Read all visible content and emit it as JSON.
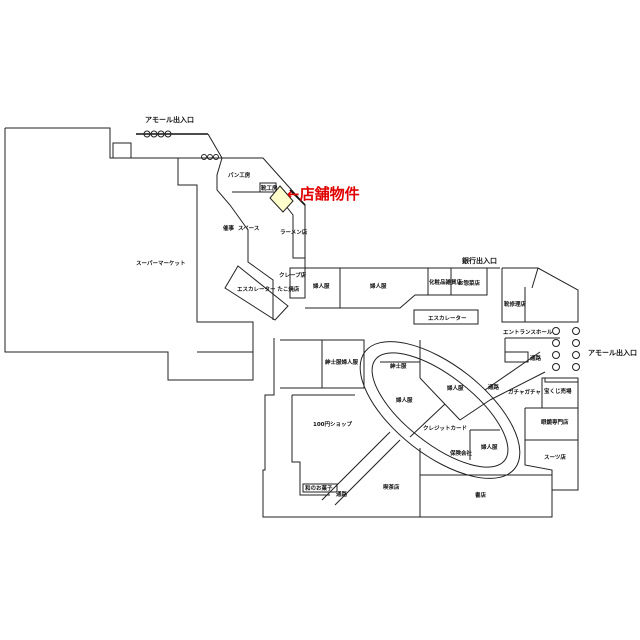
{
  "map": {
    "highlight_color": "#ffffcc",
    "accent_color": "#e00000",
    "callout": "店舗物件",
    "entrances": {
      "amor_top": "アモール出入口",
      "bank": "銀行出入口",
      "amor_right": "アモール出入口",
      "entrance_hall": "エントランスホール"
    },
    "stores": {
      "supermarket": "スーパーマーケット",
      "bakery": "パン工房",
      "small_shop": "靴工房",
      "event_space_a": "催事",
      "event_space_b": "スペース",
      "ramen": "ラーメン店",
      "crepe": "クレープ店",
      "escalator_takoyaki": "エスカレーター たこ焼店",
      "womens_1": "婦人服",
      "womens_2": "婦人服",
      "cosmetics": "化粧品雑貨店",
      "deli": "お惣菜店",
      "shoe_repair": "靴修理店",
      "escalator": "エスカレーター",
      "mens_womens": "紳士服婦人服",
      "mens": "紳士服",
      "womens_3": "婦人服",
      "womens_4": "婦人服",
      "passage_1": "通路",
      "passage_2": "通路",
      "gacha": "ガチャガチャ",
      "lottery": "宝くじ売場",
      "glasses": "眼鏡専門店",
      "hundred_yen": "100円ショップ",
      "credit_card": "クレジットカード",
      "insurance": "保険会社",
      "womens_5": "婦人服",
      "suits": "スーツ店",
      "sweets": "和のお菓子",
      "passage_3": "通路",
      "cafe": "喫茶店",
      "bookstore": "書店"
    }
  }
}
